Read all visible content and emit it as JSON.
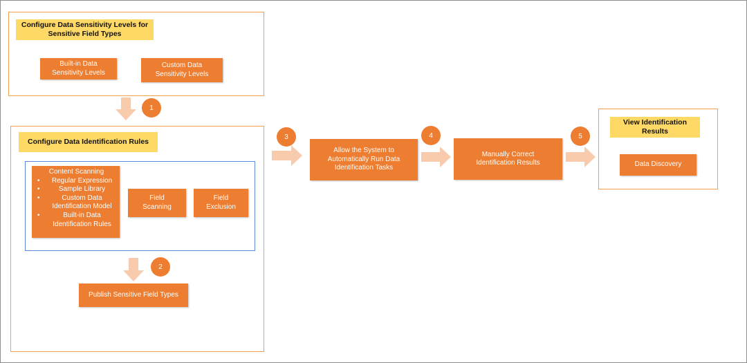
{
  "sensitivity": {
    "title": "Configure Data Sensitivity Levels for\nSensitive Field Types",
    "builtin": "Built-in Data\nSensitivity Levels",
    "custom": "Custom Data\nSensitivity Levels"
  },
  "rules": {
    "title": "Configure Data Identification Rules",
    "content_scanning": {
      "title": "Content Scanning",
      "items": [
        "Regular Expression",
        "Sample Library",
        "Custom Data\nIdentification Model",
        "Built-in Data\nIdentification Rules"
      ]
    },
    "field_scanning": "Field\nScanning",
    "field_exclusion": "Field\nExclusion",
    "publish": "Publish Sensitive Field Types"
  },
  "steps": {
    "step1": "1",
    "step2": "2",
    "step3": "3",
    "step4": "4",
    "step5": "5"
  },
  "run_tasks": "Allow the System to\nAutomatically Run Data\nIdentification Tasks",
  "correct": "Manually Correct\nIdentification Results",
  "view": {
    "title": "View Identification\nResults",
    "discovery": "Data Discovery"
  },
  "colors": {
    "box": "#ed7d31",
    "yellow": "#ffd966",
    "group_border": "#f0a04b",
    "inner_border": "#5b8bd6",
    "arrow": "#f8cbad"
  }
}
